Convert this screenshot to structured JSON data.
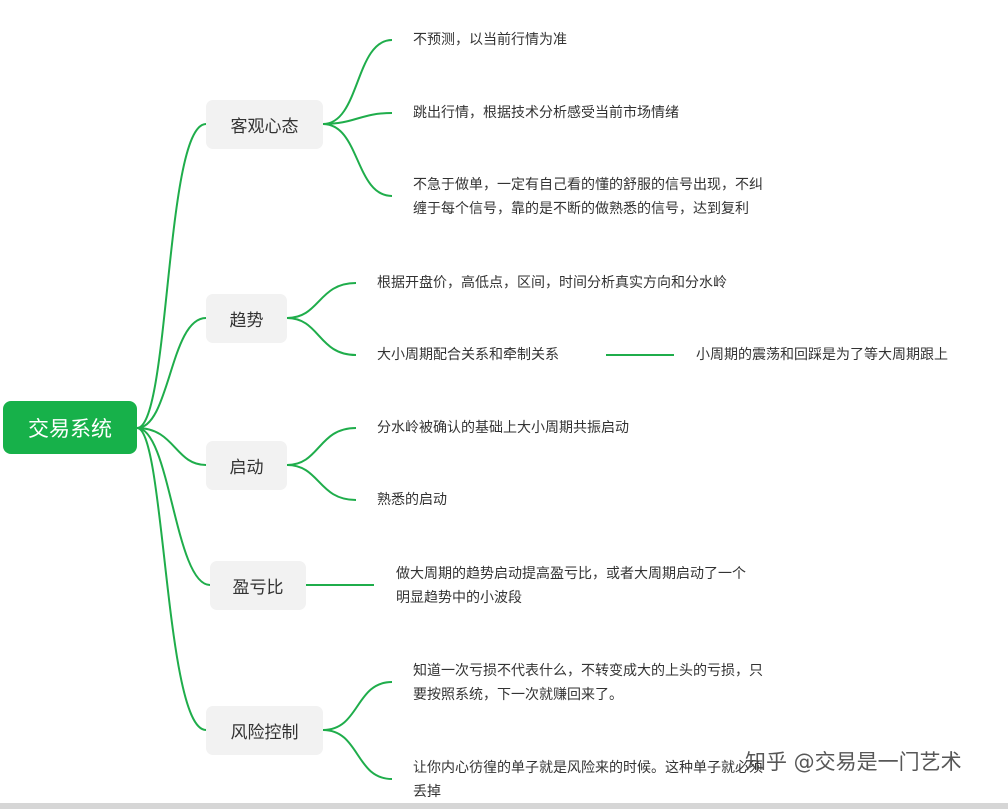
{
  "root": {
    "label": "交易系统"
  },
  "branches": [
    {
      "label": "客观心态",
      "leaves": [
        "不预测，以当前行情为准",
        "跳出行情，根据技术分析感受当前市场情绪",
        "不急于做单，一定有自己看的懂的舒服的信号出现，不纠\n缠于每个信号，靠的是不断的做熟悉的信号，达到复利"
      ]
    },
    {
      "label": "趋势",
      "leaves": [
        "根据开盘价，高低点，区间，时间分析真实方向和分水岭",
        "大小周期配合关系和牵制关系"
      ],
      "sub_leaf": "小周期的震荡和回踩是为了等大周期跟上"
    },
    {
      "label": "启动",
      "leaves": [
        "分水岭被确认的基础上大小周期共振启动",
        "熟悉的启动"
      ]
    },
    {
      "label": "盈亏比",
      "leaves": [
        "做大周期的趋势启动提高盈亏比，或者大周期启动了一个\n明显趋势中的小波段"
      ]
    },
    {
      "label": "风险控制",
      "leaves": [
        "知道一次亏损不代表什么，不转变成大的上头的亏损，只\n要按照系统，下一次就赚回来了。",
        "让你内心彷徨的单子就是风险来的时候。这种单子就必须\n丢掉"
      ]
    }
  ],
  "watermark": "知乎 @交易是一门艺术",
  "colors": {
    "accent": "#17b14a",
    "line": "#1fad4b",
    "node_bg": "#f2f2f2",
    "text": "#333333"
  }
}
